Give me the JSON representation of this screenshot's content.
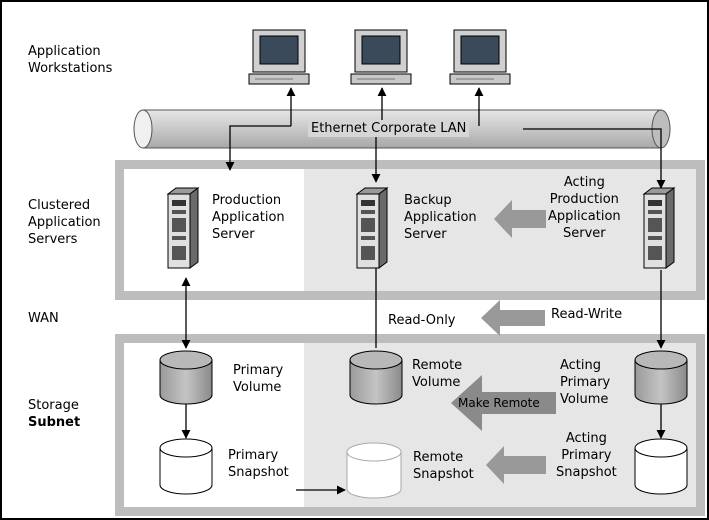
{
  "rows": {
    "workstations": [
      "Application",
      "Workstations"
    ],
    "servers": [
      "Clustered",
      "Application",
      "Servers"
    ],
    "wan": "WAN",
    "storage": [
      "Storage",
      "Subnet"
    ]
  },
  "lan_label": "Ethernet Corporate LAN",
  "servers": {
    "production": [
      "Production",
      "Application",
      "Server"
    ],
    "backup": [
      "Backup",
      "Application",
      "Server"
    ],
    "acting": [
      "Acting",
      "Production",
      "Application",
      "Server"
    ]
  },
  "wan_labels": {
    "read_only": "Read-Only",
    "read_write": "Read-Write"
  },
  "volumes": {
    "primary": [
      "Primary",
      "Volume"
    ],
    "remote": [
      "Remote",
      "Volume"
    ],
    "acting": [
      "Acting",
      "Primary",
      "Volume"
    ],
    "make_remote": "Make Remote"
  },
  "snapshots": {
    "primary": [
      "Primary",
      "Snapshot"
    ],
    "remote": [
      "Remote",
      "Snapshot"
    ],
    "acting": [
      "Acting",
      "Primary",
      "Snapshot"
    ]
  }
}
